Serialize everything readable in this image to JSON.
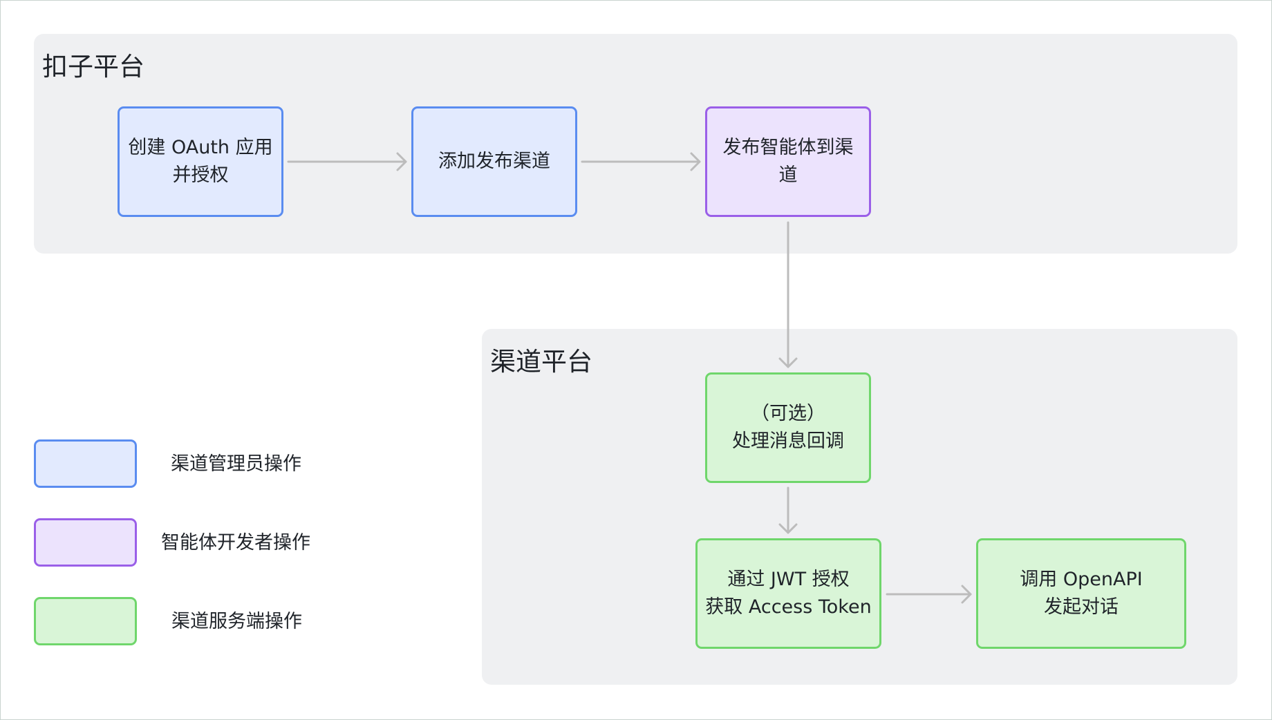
{
  "groups": {
    "coze": {
      "title": "扣子平台"
    },
    "channel": {
      "title": "渠道平台"
    }
  },
  "nodes": {
    "create_oauth": {
      "line1": "创建 OAuth 应用",
      "line2": "并授权"
    },
    "add_channel": {
      "line1": "添加发布渠道"
    },
    "publish_agent": {
      "line1": "发布智能体到渠",
      "line2": "道"
    },
    "handle_callback": {
      "line1": "（可选）",
      "line2": "处理消息回调"
    },
    "jwt_token": {
      "line1": "通过 JWT 授权",
      "line2": "获取  Access Token"
    },
    "call_openapi": {
      "line1": "调用 OpenAPI",
      "line2": "发起对话"
    }
  },
  "legend": [
    {
      "label": "渠道管理员操作",
      "color": "#5a8cf0"
    },
    {
      "label": "智能体开发者操作",
      "color": "#9a5fe8"
    },
    {
      "label": "渠道服务端操作",
      "color": "#6fd66b"
    }
  ],
  "colors": {
    "admin_fill": "#e2eafe",
    "admin_border": "#5a8cf0",
    "dev_fill": "#ece3fd",
    "dev_border": "#9a5fe8",
    "server_fill": "#d9f5d7",
    "server_border": "#6fd66b",
    "edge": "#bcbcbc",
    "group_bg": "#eff0f2"
  }
}
